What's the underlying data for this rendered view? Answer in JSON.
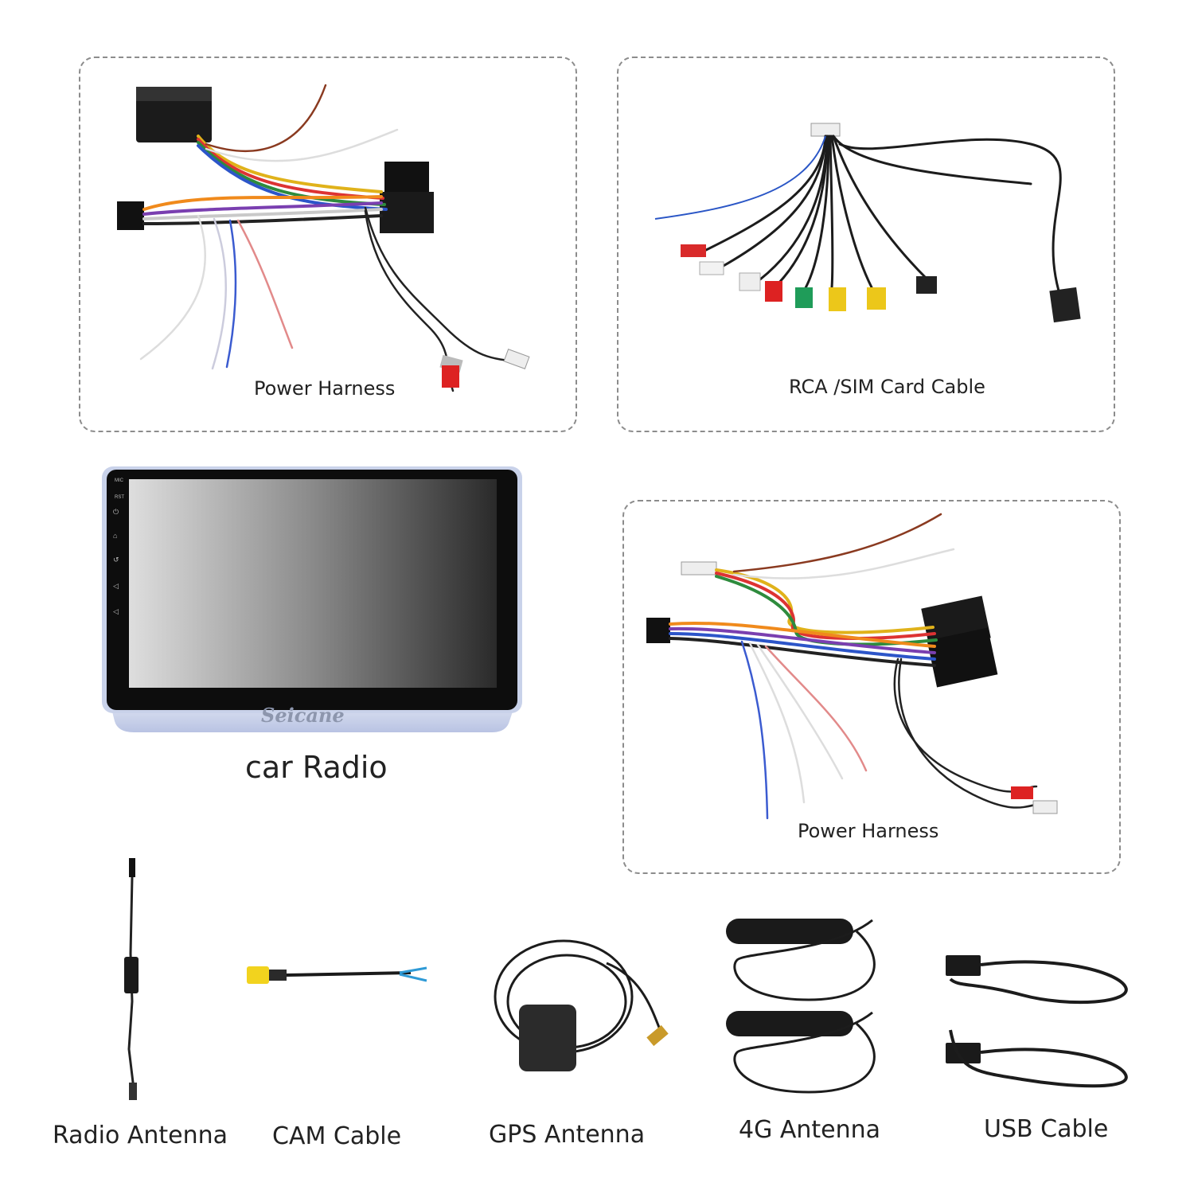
{
  "brand": "Seicane",
  "screen_side_keys": [
    "MIC",
    "RST"
  ],
  "panels": {
    "power_harness_1": {
      "label": "Power Harness"
    },
    "rca_sim": {
      "label": "RCA /SIM Card Cable"
    },
    "power_harness_2": {
      "label": "Power Harness"
    }
  },
  "car_radio": {
    "label": "car Radio"
  },
  "accessories": [
    {
      "label": "Radio Antenna"
    },
    {
      "label": "CAM Cable"
    },
    {
      "label": "GPS Antenna"
    },
    {
      "label": "4G Antenna"
    },
    {
      "label": "USB Cable"
    }
  ],
  "colors": {
    "panel_border": "#8c8c8c",
    "screen_bezel": "#0d0d0d",
    "frame": "#c9d2ea"
  }
}
